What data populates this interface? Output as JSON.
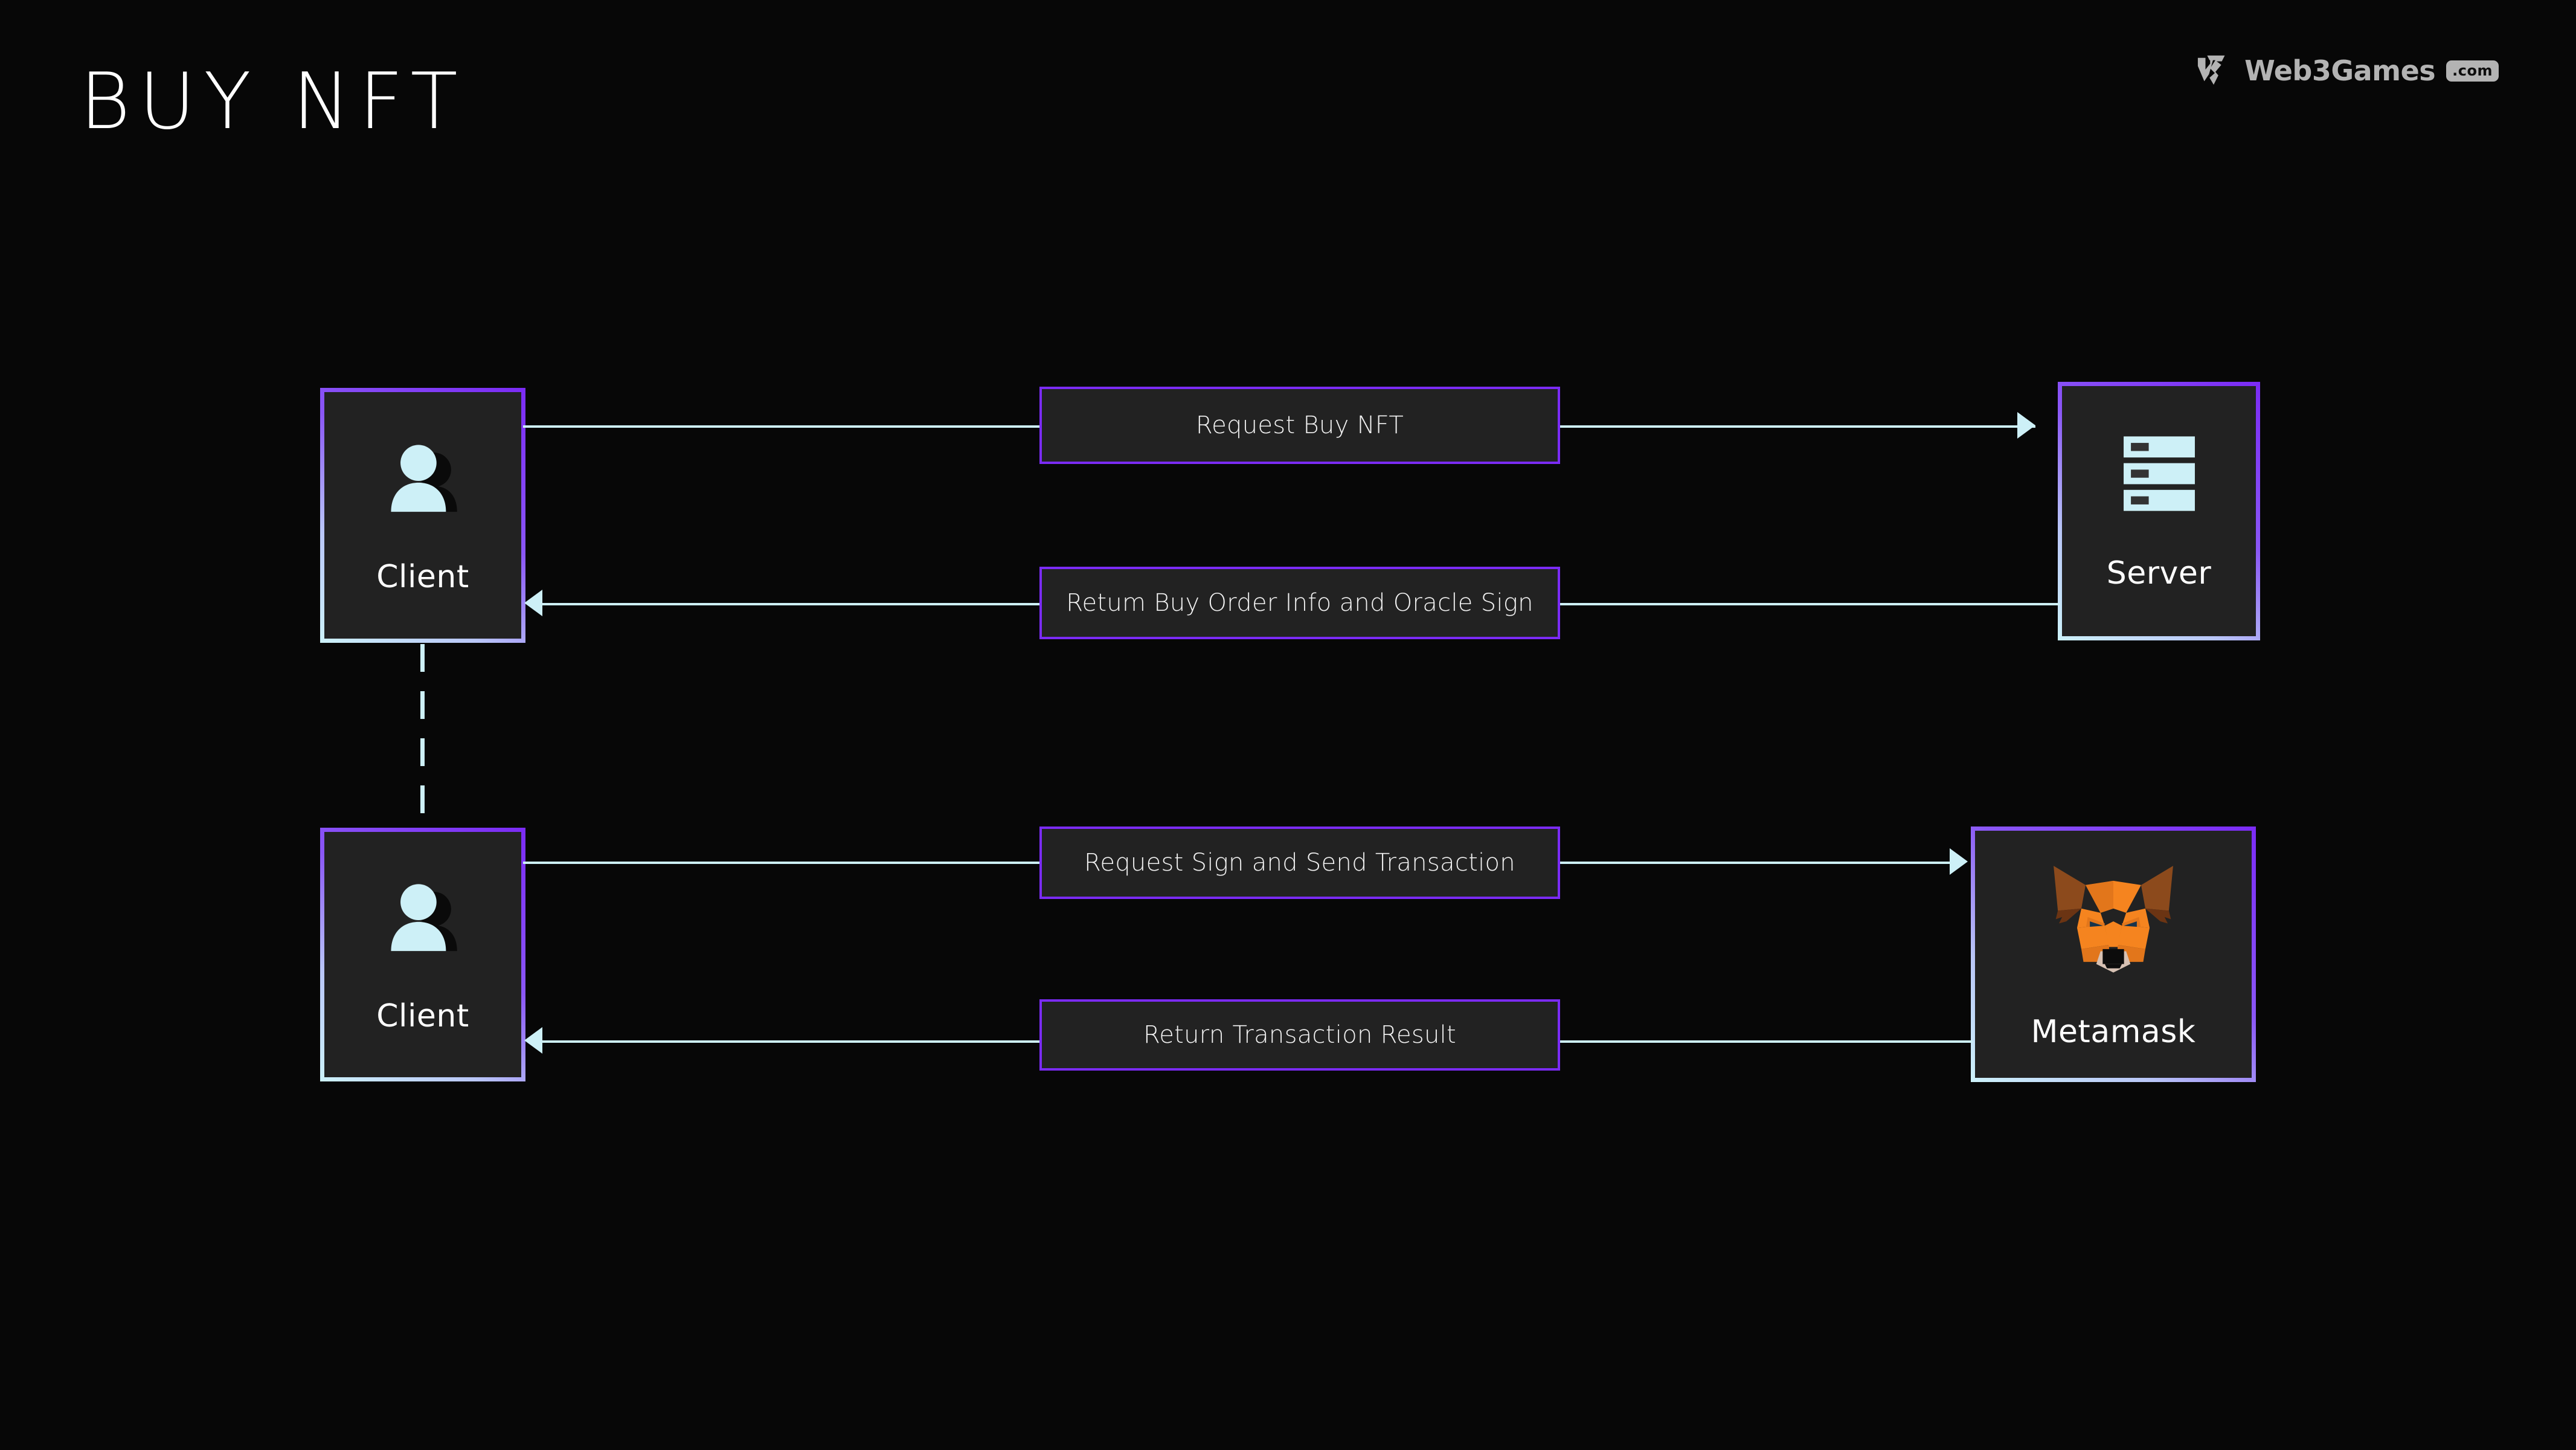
{
  "page": {
    "title": "BUY NFT",
    "background_color": "#070707",
    "accent_purple": "#7b2bf5",
    "accent_cyan": "#cdf0f7",
    "node_fill": "#222222",
    "text_color": "#ffffff"
  },
  "brand": {
    "mark_icon": "web3games-logo-icon",
    "name": "Web3Games",
    "tld": ".com",
    "color": "#b3b3b3"
  },
  "nodes": [
    {
      "id": "client-top",
      "label": "Client",
      "icon": "people-icon",
      "icon_color": "#cdf0f7"
    },
    {
      "id": "server",
      "label": "Server",
      "icon": "server-rack-icon",
      "icon_color": "#cdf0f7"
    },
    {
      "id": "client-bottom",
      "label": "Client",
      "icon": "people-icon",
      "icon_color": "#cdf0f7"
    },
    {
      "id": "metamask",
      "label": "Metamask",
      "icon": "metamask-fox-icon",
      "icon_color": "#f5841f"
    }
  ],
  "messages": [
    {
      "id": "request-buy-nft",
      "text": "Request Buy NFT",
      "from": "client-top",
      "to": "server",
      "direction": "right"
    },
    {
      "id": "return-order-info",
      "text": "Retum Buy Order Info and Oracle Sign",
      "from": "server",
      "to": "client-top",
      "direction": "left"
    },
    {
      "id": "request-sign-send",
      "text": "Request Sign and Send Transaction",
      "from": "client-bottom",
      "to": "metamask",
      "direction": "right"
    },
    {
      "id": "return-tx-result",
      "text": "Return Transaction Result",
      "from": "metamask",
      "to": "client-bottom",
      "direction": "left"
    }
  ],
  "connectors": {
    "lifeline_style": "dashed",
    "lifeline_color": "#cdf0f7",
    "arrow_color": "#cdf0f7"
  }
}
